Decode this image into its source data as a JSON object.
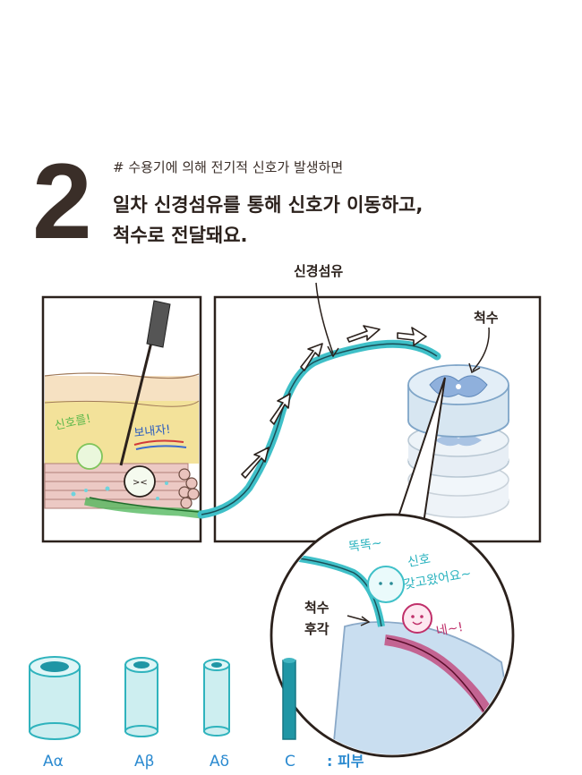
{
  "step": {
    "number": "2"
  },
  "header": {
    "subtitle": "# 수용기에 의해 전기적 신호가 발생하면",
    "headline_line1": "일차 신경섬유를 통해 신호가 이동하고,",
    "headline_line2": "척수로 전달돼요."
  },
  "labels": {
    "nerve_fiber": "신경섬유",
    "spinal_cord": "척수",
    "signal_left": "신호를!",
    "send_it": "보내자!",
    "tap_tap": "똑똑~",
    "signal_arrived": "신호",
    "signal_arrived_2": "갖고왔어요~",
    "dorsal_horn_1": "척수",
    "dorsal_horn_2": "후각",
    "yes_reply": "네~!"
  },
  "fiber_types": [
    {
      "label": "Aα"
    },
    {
      "label": "Aβ"
    },
    {
      "label": "Aδ"
    },
    {
      "label": "C"
    }
  ],
  "legend_suffix": ": 피부",
  "colors": {
    "fiber": "#3fc0c8",
    "fiber_dark": "#1d8a99",
    "skin_tan": "#f4dcb8",
    "fat_yellow": "#f3e29a",
    "muscle_pink": "#e9c7c3",
    "green": "#3da84a",
    "cord_blue": "#c9def0",
    "magenta": "#c0306a"
  }
}
